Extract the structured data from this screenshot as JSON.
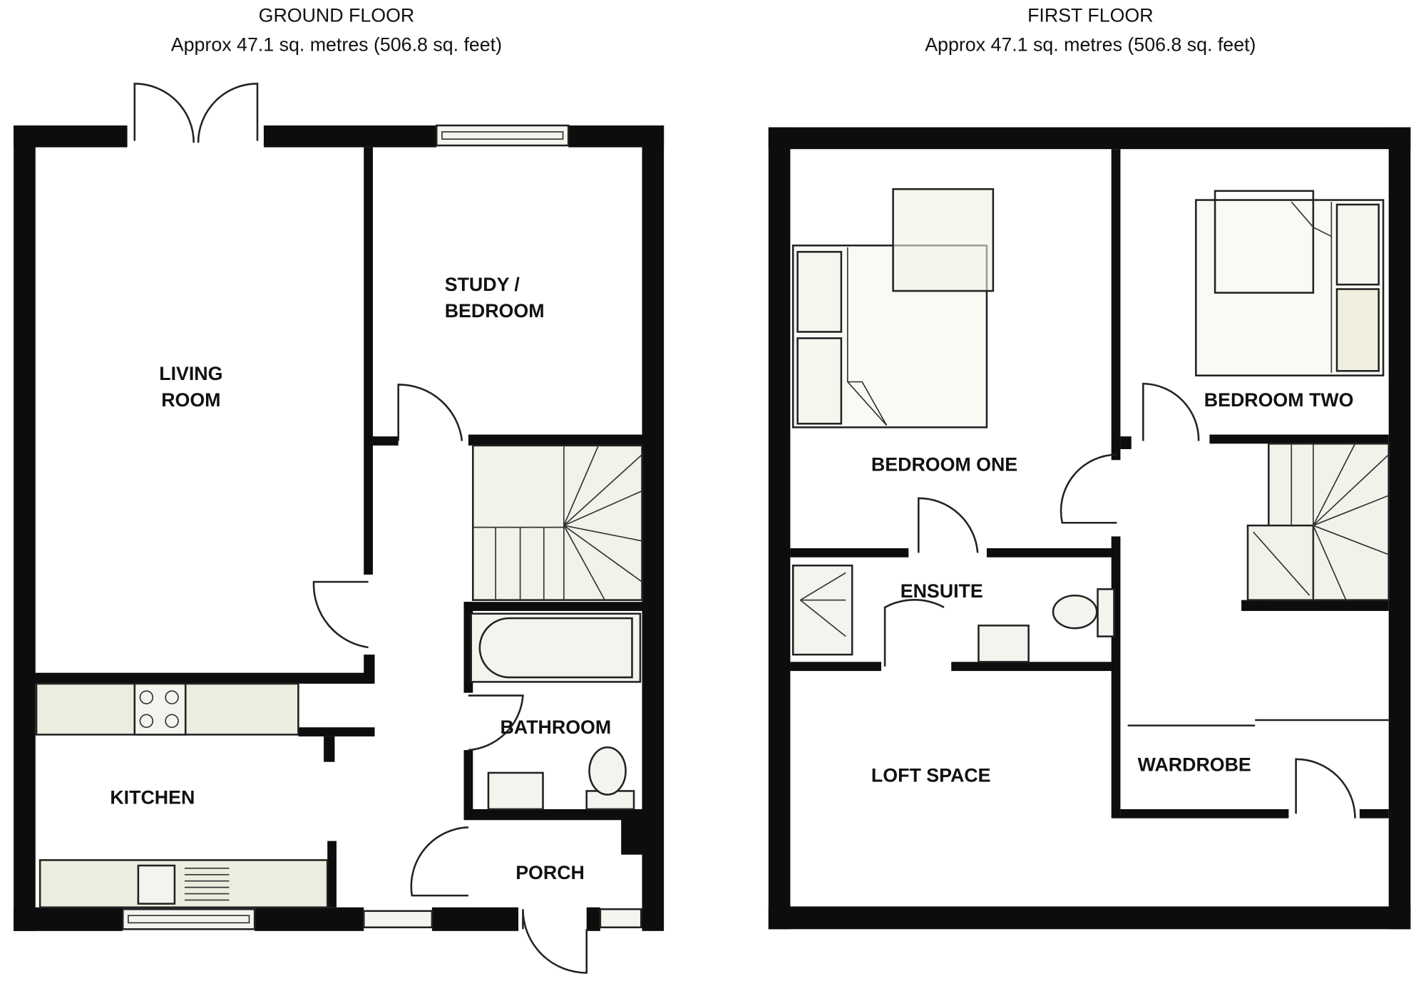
{
  "ground_floor": {
    "title": "GROUND FLOOR",
    "area": "Approx 47.1 sq. metres (506.8 sq. feet)",
    "rooms": {
      "living_room_1": "LIVING",
      "living_room_2": "ROOM",
      "study_1": "STUDY /",
      "study_2": "BEDROOM",
      "bathroom": "BATHROOM",
      "kitchen": "KITCHEN",
      "porch": "PORCH"
    }
  },
  "first_floor": {
    "title": "FIRST FLOOR",
    "area": "Approx 47.1 sq. metres (506.8 sq. feet)",
    "rooms": {
      "bedroom_one": "BEDROOM ONE",
      "bedroom_two": "BEDROOM TWO",
      "ensuite": "ENSUITE",
      "loft_space": "LOFT SPACE",
      "wardrobe": "WARDROBE"
    }
  }
}
